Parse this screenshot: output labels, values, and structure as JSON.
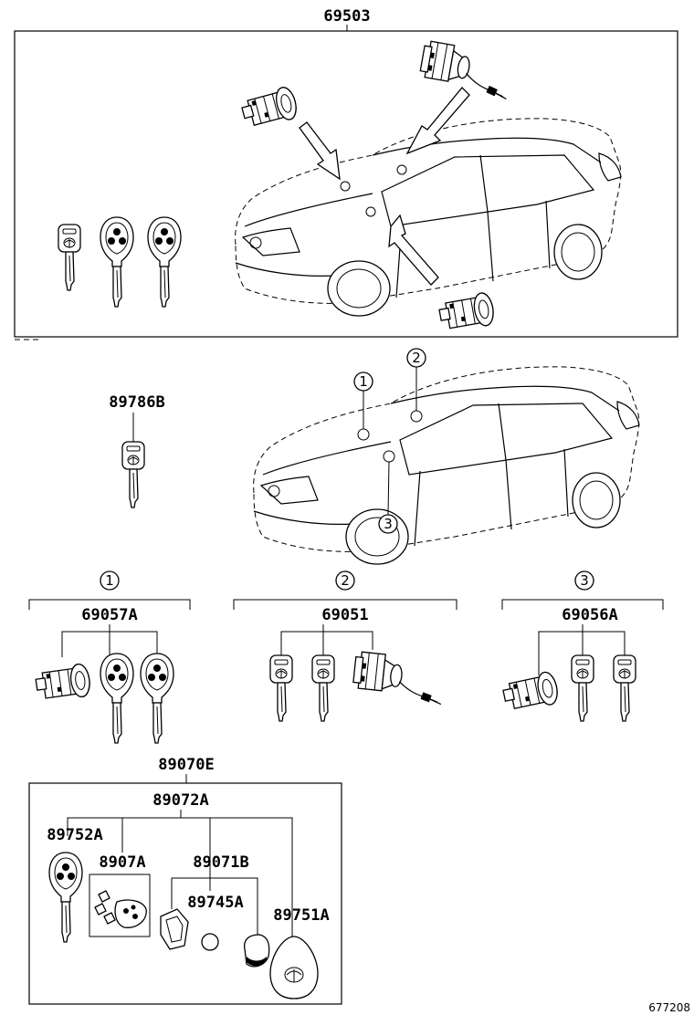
{
  "diagram": {
    "labels": {
      "top_kit": "69503",
      "key_blank": "89786B",
      "kit_1": "69057A",
      "kit_2": "69051",
      "kit_3": "69056A",
      "transmitter_set": "89070E",
      "transmitter_assy": "89072A",
      "transmitter_housing": "89752A",
      "battery_cover": "8907A",
      "transmitter_case": "89071B",
      "battery": "89745A",
      "transmitter_cap": "89751A"
    },
    "callouts": [
      "1",
      "2",
      "3"
    ],
    "drawing_id": "677208"
  }
}
